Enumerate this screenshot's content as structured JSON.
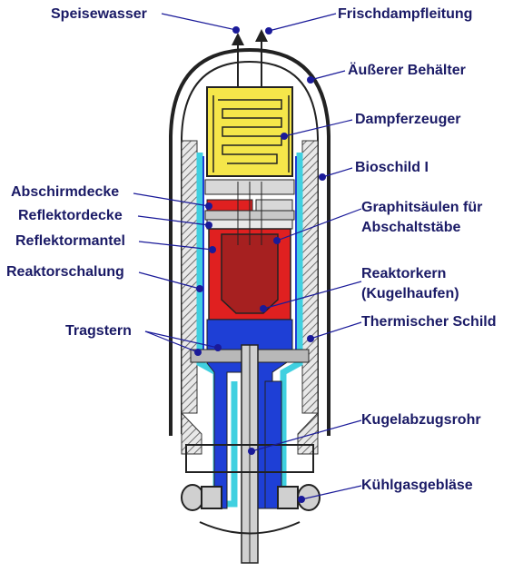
{
  "labels": {
    "speisewasser": "Speisewasser",
    "frischdampf": "Frischdampfleitung",
    "aeusserer_behaelter": "Äußerer Behälter",
    "dampferzeuger": "Dampferzeuger",
    "bioschild": "Bioschild I",
    "abschirmdecke": "Abschirmdecke",
    "reflektordecke": "Reflektordecke",
    "reflektormantel": "Reflektormantel",
    "reaktorschalung": "Reaktorschalung",
    "graphit_line1": "Graphitsäulen für",
    "graphit_line2": "Abschaltstäbe",
    "kern_line1": "Reaktorkern",
    "kern_line2": "(Kugelhaufen)",
    "tragstern": "Tragstern",
    "thermischer_schild": "Thermischer Schild",
    "kugelabzug": "Kugelabzugsrohr",
    "kuehlgas": "Kühlgasgebläse"
  },
  "colors": {
    "label_text": "#1a1a66",
    "leader": "#1a1a99",
    "steam_generator": "#f5e64a",
    "core": "#a62020",
    "reflector": "#e02020",
    "coolant": "#1e3fd6",
    "liner": "#40d0e0",
    "shield": "#8c8c8c"
  }
}
